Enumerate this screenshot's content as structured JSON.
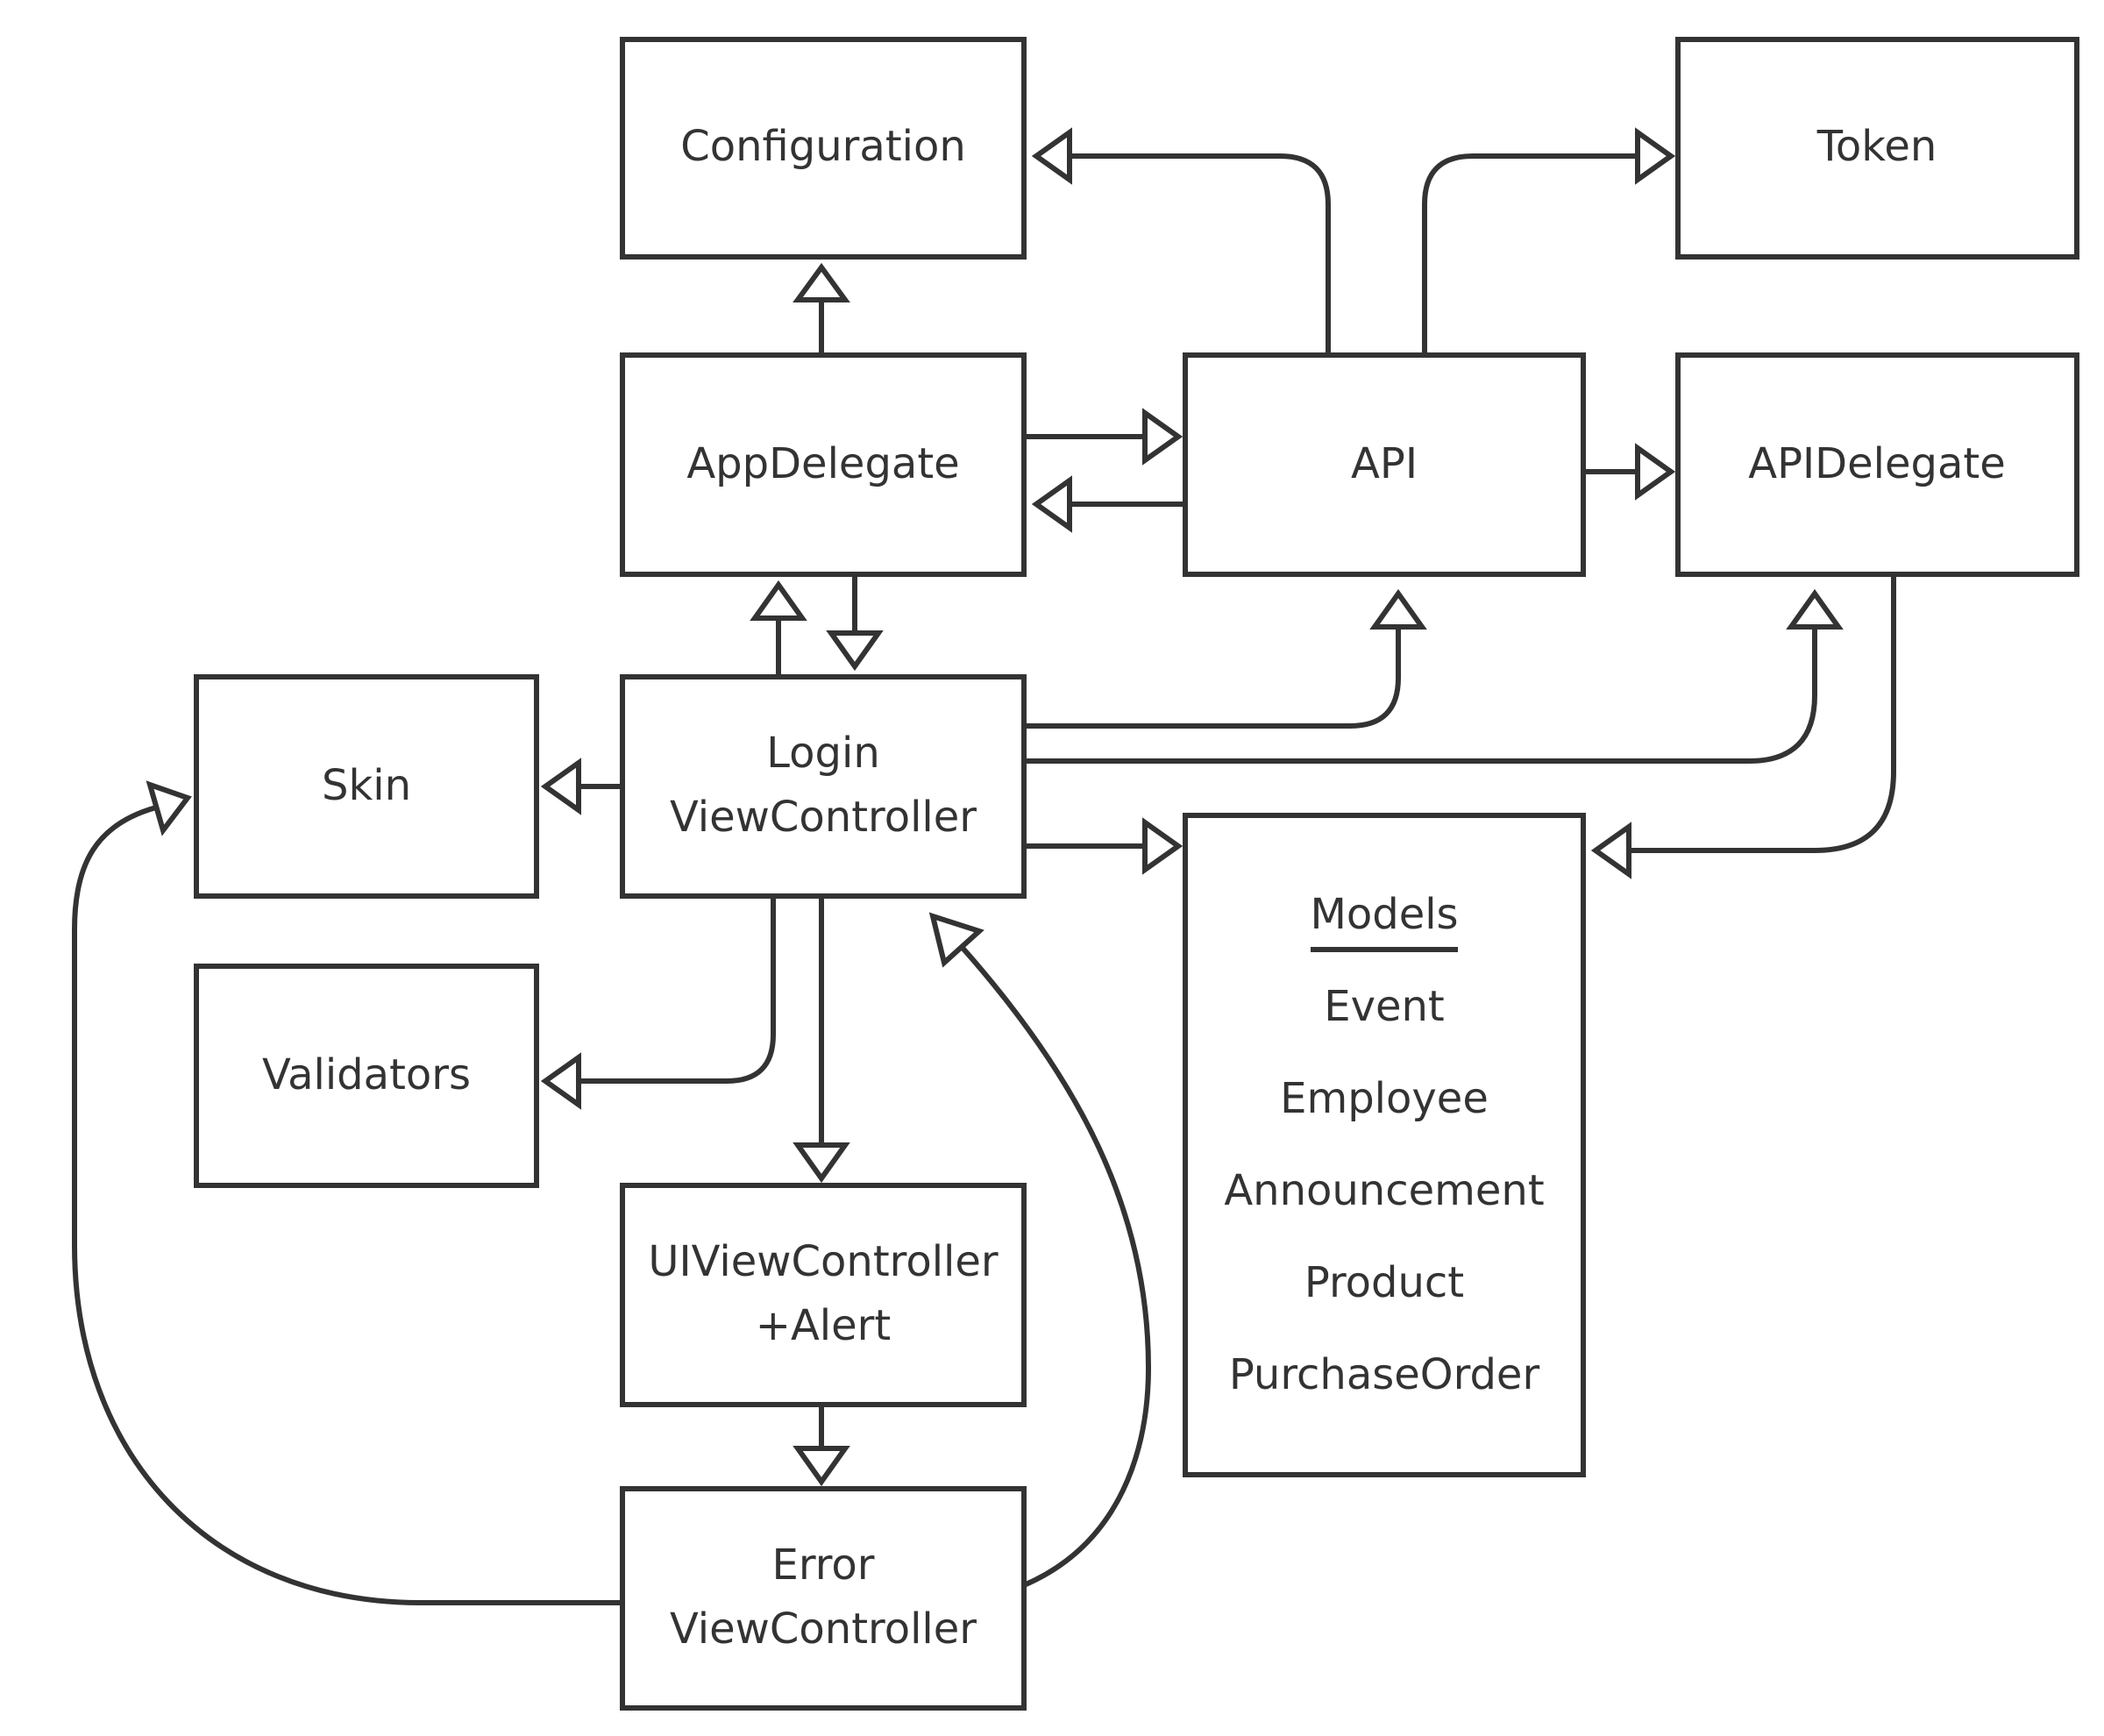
{
  "nodes": {
    "configuration": "Configuration",
    "token": "Token",
    "app_delegate": "AppDelegate",
    "api": "API",
    "api_delegate": "APIDelegate",
    "skin": "Skin",
    "login_view_controller": [
      "Login",
      "ViewController"
    ],
    "validators": "Validators",
    "alert_extension": [
      "UIViewController",
      "+Alert"
    ],
    "error_view_controller": [
      "Error",
      "ViewController"
    ],
    "models": {
      "title": "Models",
      "items": [
        "Event",
        "Employee",
        "Announcement",
        "Product",
        "PurchaseOrder"
      ]
    }
  },
  "edges": [
    {
      "from": "AppDelegate",
      "to": "Configuration"
    },
    {
      "from": "API",
      "to": "Configuration"
    },
    {
      "from": "API",
      "to": "Token"
    },
    {
      "from": "AppDelegate",
      "to": "API"
    },
    {
      "from": "API",
      "to": "AppDelegate"
    },
    {
      "from": "API",
      "to": "APIDelegate"
    },
    {
      "from": "LoginViewController",
      "to": "AppDelegate"
    },
    {
      "from": "AppDelegate",
      "to": "LoginViewController"
    },
    {
      "from": "LoginViewController",
      "to": "API"
    },
    {
      "from": "LoginViewController",
      "to": "APIDelegate"
    },
    {
      "from": "LoginViewController",
      "to": "Skin"
    },
    {
      "from": "LoginViewController",
      "to": "Models"
    },
    {
      "from": "APIDelegate",
      "to": "Models"
    },
    {
      "from": "LoginViewController",
      "to": "Validators"
    },
    {
      "from": "LoginViewController",
      "to": "UIViewController+Alert"
    },
    {
      "from": "UIViewController+Alert",
      "to": "ErrorViewController"
    },
    {
      "from": "ErrorViewController",
      "to": "Skin"
    },
    {
      "from": "ErrorViewController",
      "to": "LoginViewController"
    }
  ]
}
